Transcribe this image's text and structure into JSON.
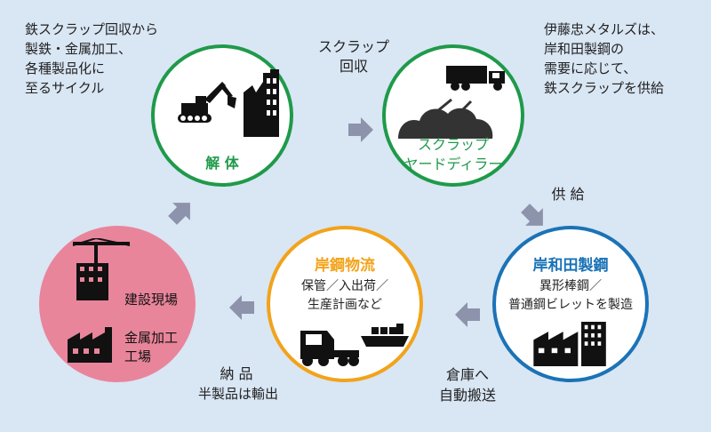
{
  "notes": {
    "left": "鉄スクラップ回収から\n製鉄・金属加工、\n各種製品化に\n至るサイクル",
    "right": "伊藤忠メタルズは、\n岸和田製鋼の\n需要に応じて、\n鉄スクラップを供給"
  },
  "arrow_labels": {
    "top": "スクラップ\n回収",
    "right": "供 給",
    "bottom_right": "倉庫へ\n自動搬送",
    "bottom_left_main": "納 品",
    "bottom_left_sub": "半製品は輸出"
  },
  "nodes": {
    "demolition": {
      "title": "解 体"
    },
    "yard": {
      "title": "スクラップ\nヤードディラー"
    },
    "steel": {
      "title": "岸和田製鋼",
      "desc": "異形棒鋼／\n普通鋼ビレットを製造"
    },
    "logistics": {
      "title": "岸鋼物流",
      "desc": "保管／入出荷／\n生産計画など"
    },
    "site": {
      "line1": "建設現場",
      "line2": "金属加工\n工場"
    }
  },
  "colors": {
    "background": "#d9e6f4",
    "green": "#1f9a4a",
    "blue": "#1b73b6",
    "orange": "#f2a31b",
    "pink": "#e9859b",
    "arrow": "#8d93ab"
  }
}
